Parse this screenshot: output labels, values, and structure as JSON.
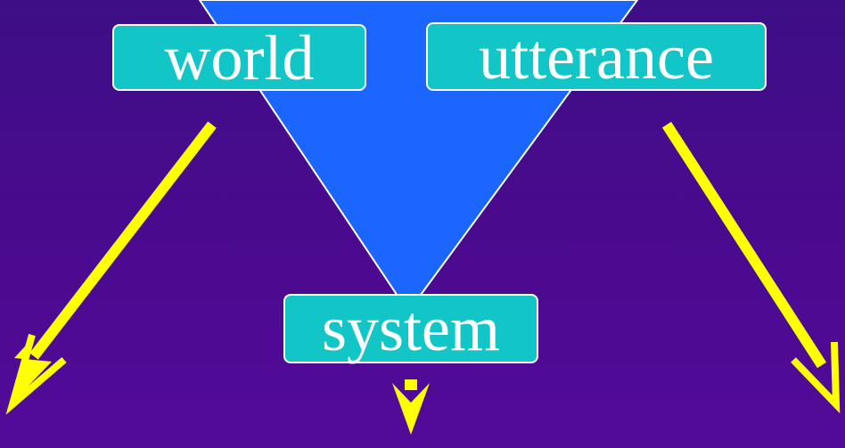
{
  "colors": {
    "background_top": "#3d0f86",
    "background_bottom": "#520b99",
    "funnel": "#1a66ff",
    "label_box": "#12c6c8",
    "box_border": "#ffffff",
    "arrow": "#ffff00",
    "text": "#ffffff"
  },
  "labels": {
    "world": "world",
    "utterance": "utterance",
    "system": "system"
  }
}
